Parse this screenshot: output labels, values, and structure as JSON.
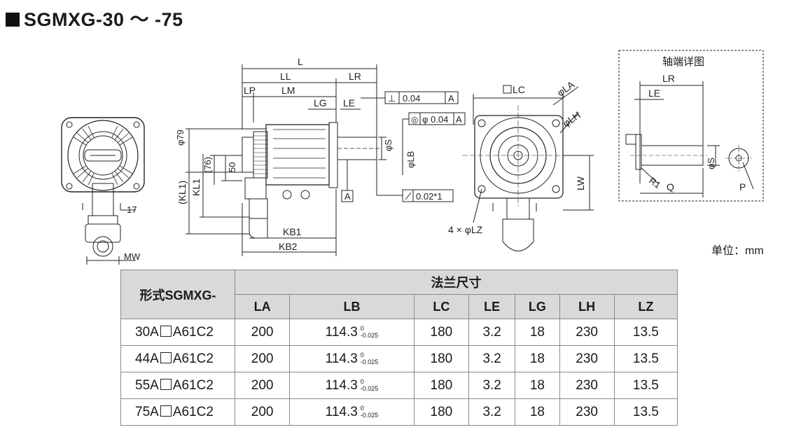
{
  "title": "SGMXG-30 ～ -75",
  "unit_label": "单位：mm",
  "detail_view_title": "轴端详图",
  "drawing_labels": {
    "L": "L",
    "LL": "LL",
    "LR": "LR",
    "LP": "LP",
    "LM": "LM",
    "LG": "LG",
    "LE": "LE",
    "phi79": "φ79",
    "dim76": "(76)",
    "dim50": "50",
    "KL1": "KL1",
    "KL1p": "(KL1)",
    "phiS": "φS",
    "phiLB": "φLB",
    "A": "A",
    "KB1": "KB1",
    "KB2": "KB2",
    "perp": "⊥",
    "perp_val": "0.04",
    "conc": "◎",
    "conc_val": "φ 0.04",
    "runout": "0.02*1",
    "LC": "LC",
    "phiLA": "φLA",
    "phiLH": "φLH",
    "LW": "LW",
    "holes": "4 × φLZ",
    "dim17": "17",
    "MW": "MW",
    "d_LR": "LR",
    "d_LE": "LE",
    "d_phiS": "φS",
    "d_R1": "R1",
    "d_Q": "Q",
    "d_P": "P"
  },
  "table": {
    "model_header": "形式SGMXG-",
    "group_header": "法兰尺寸",
    "columns": [
      "LA",
      "LB",
      "LC",
      "LE",
      "LG",
      "LH",
      "LZ"
    ],
    "lb_tol_upper": "0",
    "lb_tol_lower": "-0.025",
    "rows": [
      {
        "model_a": "30A",
        "model_b": "A61C2",
        "LA": "200",
        "LB": "114.3",
        "LC": "180",
        "LE": "3.2",
        "LG": "18",
        "LH": "230",
        "LZ": "13.5"
      },
      {
        "model_a": "44A",
        "model_b": "A61C2",
        "LA": "200",
        "LB": "114.3",
        "LC": "180",
        "LE": "3.2",
        "LG": "18",
        "LH": "230",
        "LZ": "13.5"
      },
      {
        "model_a": "55A",
        "model_b": "A61C2",
        "LA": "200",
        "LB": "114.3",
        "LC": "180",
        "LE": "3.2",
        "LG": "18",
        "LH": "230",
        "LZ": "13.5"
      },
      {
        "model_a": "75A",
        "model_b": "A61C2",
        "LA": "200",
        "LB": "114.3",
        "LC": "180",
        "LE": "3.2",
        "LG": "18",
        "LH": "230",
        "LZ": "13.5"
      }
    ]
  }
}
